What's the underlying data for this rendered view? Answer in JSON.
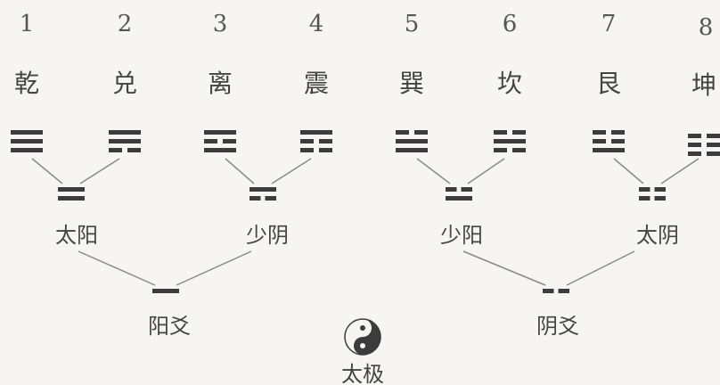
{
  "trigrams": [
    {
      "number": "1",
      "name": "乾",
      "lines": [
        1,
        1,
        1
      ]
    },
    {
      "number": "2",
      "name": "兑",
      "lines": [
        0,
        1,
        1
      ]
    },
    {
      "number": "3",
      "name": "离",
      "lines": [
        1,
        0,
        1
      ]
    },
    {
      "number": "4",
      "name": "震",
      "lines": [
        0,
        0,
        1
      ]
    },
    {
      "number": "5",
      "name": "巽",
      "lines": [
        1,
        1,
        0
      ]
    },
    {
      "number": "6",
      "name": "坎",
      "lines": [
        0,
        1,
        0
      ]
    },
    {
      "number": "7",
      "name": "艮",
      "lines": [
        1,
        0,
        0
      ]
    },
    {
      "number": "8",
      "name": "坤",
      "lines": [
        0,
        0,
        0
      ]
    }
  ],
  "four_images": [
    {
      "label": "太阳",
      "lines": [
        1,
        1
      ]
    },
    {
      "label": "少阴",
      "lines": [
        0,
        1
      ]
    },
    {
      "label": "少阳",
      "lines": [
        1,
        0
      ]
    },
    {
      "label": "太阴",
      "lines": [
        0,
        0
      ]
    }
  ],
  "two_modes": [
    {
      "label": "阳爻",
      "lines": [
        1
      ]
    },
    {
      "label": "阴爻",
      "lines": [
        0
      ]
    }
  ],
  "root": {
    "label": "太极",
    "icon": "taiji-icon"
  },
  "colors": {
    "ink": "#3c3c3c",
    "line": "#8a8a8a",
    "background": "#f6f5f2"
  }
}
